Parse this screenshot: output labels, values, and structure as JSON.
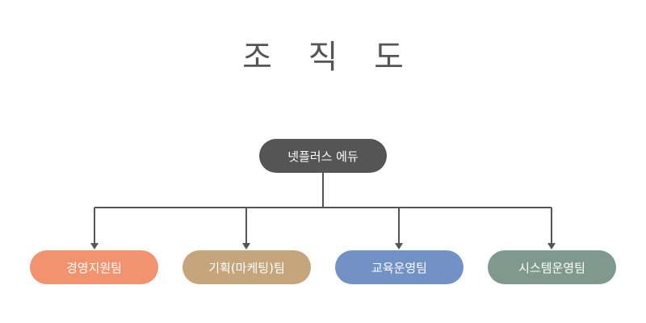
{
  "title": "조 직 도",
  "root": {
    "label": "넷플러스 에듀",
    "color": "#555555"
  },
  "children": [
    {
      "label": "경영지원팀",
      "color": "#F0936E"
    },
    {
      "label": "기획(마케팅)팀",
      "color": "#C4A57C"
    },
    {
      "label": "교육운영팀",
      "color": "#7292C6"
    },
    {
      "label": "시스템운영팀",
      "color": "#7F998E"
    }
  ],
  "connector_color": "#555555"
}
